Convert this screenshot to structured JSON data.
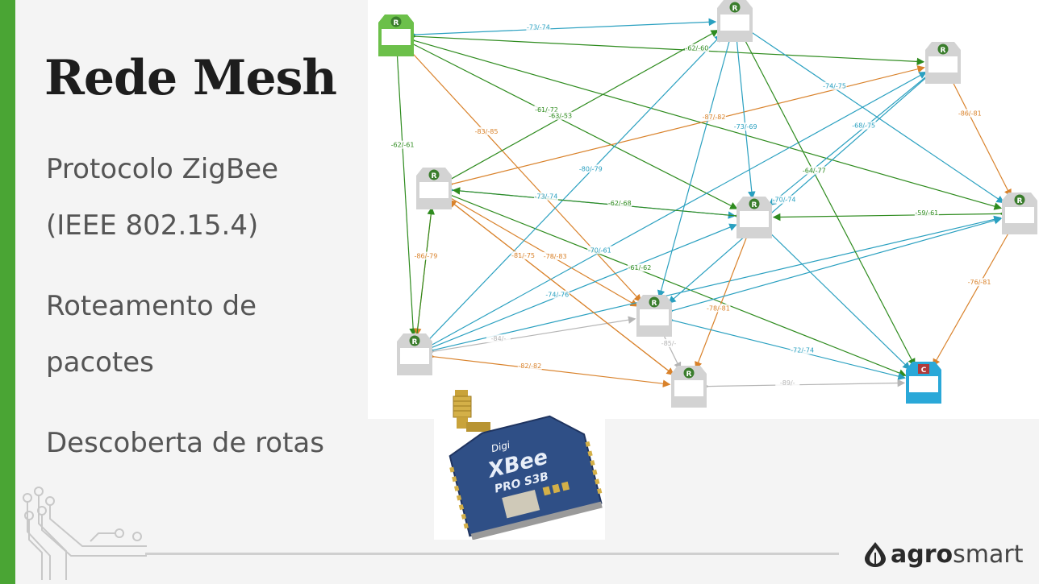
{
  "slide": {
    "title": "Rede Mesh",
    "bullets": [
      "Protocolo ZigBee",
      "(IEEE 802.15.4)",
      "Roteamento de",
      "pacotes",
      "Descoberta de rotas"
    ],
    "accent_color": "#4aa534"
  },
  "brand": {
    "logo_icon": "agrosmart-drop-icon",
    "name_part1": "agro",
    "name_part2": "smart"
  },
  "diagram": {
    "router_badge": "R",
    "coordinator_badge": "C",
    "colors": {
      "good": "#2e8b1e",
      "medium": "#2aa0c0",
      "weak": "#d9822b",
      "faint": "#b5b5b5",
      "node_gray": "#d3d3d3",
      "node_green": "#6cc04a",
      "node_blue": "#2aa8d8",
      "badge_green": "#3a7d2c",
      "badge_red": "#b03a3a"
    },
    "nodes": [
      {
        "id": "A",
        "type": "router",
        "highlight": "green"
      },
      {
        "id": "B",
        "type": "router"
      },
      {
        "id": "C",
        "type": "router"
      },
      {
        "id": "D",
        "type": "router"
      },
      {
        "id": "E",
        "type": "router"
      },
      {
        "id": "F",
        "type": "router"
      },
      {
        "id": "G",
        "type": "router"
      },
      {
        "id": "H",
        "type": "router"
      },
      {
        "id": "I",
        "type": "router"
      },
      {
        "id": "J",
        "type": "coordinator"
      }
    ],
    "links": [
      {
        "from": "A",
        "to": "B",
        "label": "-73/-74",
        "color": "medium"
      },
      {
        "from": "A",
        "to": "C",
        "label": "-62/-60",
        "color": "good"
      },
      {
        "from": "A",
        "to": "H",
        "label": "-62/-61",
        "color": "good"
      },
      {
        "from": "A",
        "to": "E",
        "label": "-61/-72",
        "color": "good"
      },
      {
        "from": "A",
        "to": "F",
        "label": "",
        "color": "good"
      },
      {
        "from": "A",
        "to": "G",
        "label": "-83/-85",
        "color": "weak"
      },
      {
        "from": "D",
        "to": "B",
        "label": "-63/-53",
        "color": "good"
      },
      {
        "from": "D",
        "to": "C",
        "label": "-87/-82",
        "color": "weak"
      },
      {
        "from": "D",
        "to": "E",
        "label": "-73/-74",
        "color": "medium"
      },
      {
        "from": "D",
        "to": "H",
        "label": "-86/-79",
        "color": "weak"
      },
      {
        "from": "D",
        "to": "G",
        "label": "-78/-83",
        "color": "weak"
      },
      {
        "from": "D",
        "to": "I",
        "label": "-81/-75",
        "color": "weak"
      },
      {
        "from": "D",
        "to": "J",
        "label": "-61/-62",
        "color": "good"
      },
      {
        "from": "H",
        "to": "B",
        "label": "-80/-79",
        "color": "medium"
      },
      {
        "from": "H",
        "to": "C",
        "label": "-70/-61",
        "color": "medium"
      },
      {
        "from": "H",
        "to": "E",
        "label": "-74/-76",
        "color": "medium"
      },
      {
        "from": "H",
        "to": "F",
        "label": "",
        "color": "medium"
      },
      {
        "from": "H",
        "to": "G",
        "label": "-84/-",
        "color": "faint"
      },
      {
        "from": "H",
        "to": "I",
        "label": "-82/-82",
        "color": "weak"
      },
      {
        "from": "B",
        "to": "E",
        "label": "-73/-69",
        "color": "medium"
      },
      {
        "from": "B",
        "to": "F",
        "label": "-74/-75",
        "color": "medium"
      },
      {
        "from": "B",
        "to": "J",
        "label": "-64/-77",
        "color": "good"
      },
      {
        "from": "B",
        "to": "G",
        "label": "",
        "color": "medium"
      },
      {
        "from": "C",
        "to": "F",
        "label": "-86/-81",
        "color": "weak"
      },
      {
        "from": "C",
        "to": "E",
        "label": "-68/-75",
        "color": "medium"
      },
      {
        "from": "C",
        "to": "G",
        "label": "-70/-74",
        "color": "medium"
      },
      {
        "from": "F",
        "to": "E",
        "label": "-59/-61",
        "color": "good"
      },
      {
        "from": "F",
        "to": "J",
        "label": "-76/-81",
        "color": "weak"
      },
      {
        "from": "E",
        "to": "I",
        "label": "-78/-81",
        "color": "weak"
      },
      {
        "from": "E",
        "to": "J",
        "label": "",
        "color": "medium"
      },
      {
        "from": "E",
        "to": "D",
        "label": "-62/-68",
        "color": "good"
      },
      {
        "from": "G",
        "to": "J",
        "label": "-72/-74",
        "color": "medium"
      },
      {
        "from": "G",
        "to": "F",
        "label": "",
        "color": "medium"
      },
      {
        "from": "I",
        "to": "J",
        "label": "-89/-",
        "color": "faint"
      },
      {
        "from": "H",
        "to": "D",
        "label": "",
        "color": "good"
      },
      {
        "from": "I",
        "to": "D",
        "label": "",
        "color": "weak"
      },
      {
        "from": "G",
        "to": "I",
        "label": "-85/-",
        "color": "faint"
      }
    ]
  }
}
